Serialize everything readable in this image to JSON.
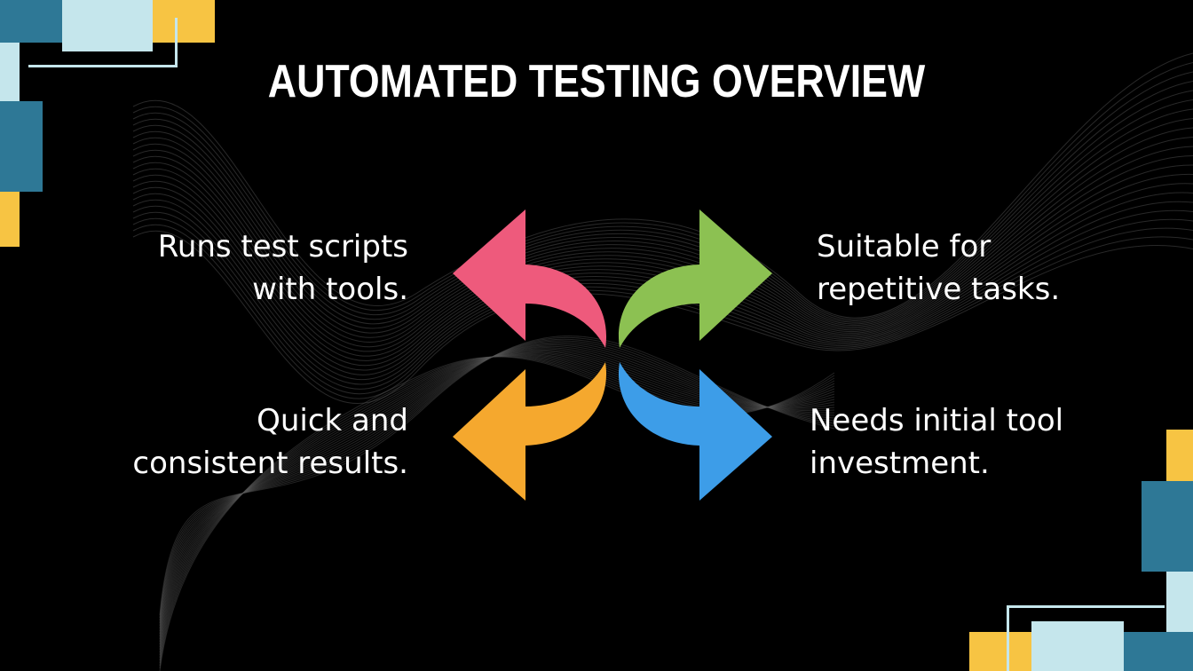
{
  "title": "AUTOMATED TESTING OVERVIEW",
  "items": [
    {
      "position": "top-left",
      "color": "#ee5a7c",
      "lines": [
        "Runs test scripts",
        "with tools."
      ]
    },
    {
      "position": "top-right",
      "color": "#8cc152",
      "lines": [
        "Suitable for",
        "repetitive tasks."
      ]
    },
    {
      "position": "bottom-left",
      "color": "#f5a82e",
      "lines": [
        "Quick and",
        "consistent results."
      ]
    },
    {
      "position": "bottom-right",
      "color": "#3d9de8",
      "lines": [
        "Needs initial tool",
        "investment."
      ]
    }
  ],
  "colors": {
    "background": "#000000",
    "accent_yellow": "#f7c443",
    "accent_light_blue": "#c5e6ec",
    "accent_teal": "#2e7896"
  },
  "icons": [
    "arrow-curved-up-left-icon",
    "arrow-curved-up-right-icon",
    "arrow-curved-down-left-icon",
    "arrow-curved-down-right-icon"
  ]
}
